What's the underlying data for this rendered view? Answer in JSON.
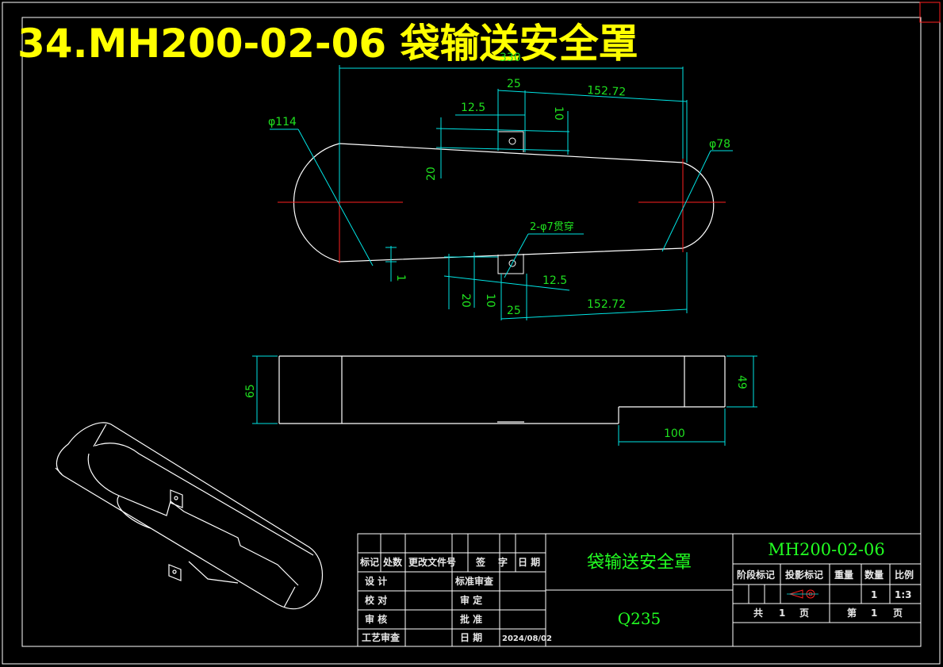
{
  "header": {
    "title": "34.MH200-02-06 袋输送安全罩",
    "title_color": "#ffff00"
  },
  "colors": {
    "background": "#000000",
    "outline": "#ffffff",
    "dimension_line": "#00e5e5",
    "dimension_text": "#1fe01f",
    "centerline": "#ff2020"
  },
  "top_view": {
    "dims": {
      "overall_length": "330",
      "offset_top": "25",
      "length_top": "152.72",
      "hole_x_top": "12.5",
      "hole_y_top": "10",
      "depth_top": "20",
      "dia_left": "φ114",
      "dia_right": "φ78",
      "gap": "1",
      "hole_note": "2-φ7贯穿",
      "hole_x_bottom": "12.5",
      "depth_bottom": "20",
      "hole_y_bottom": "10",
      "offset_bottom": "25",
      "length_bottom": "152.72"
    }
  },
  "front_view": {
    "dims": {
      "height_left": "65",
      "height_right": "49",
      "width_tab": "100"
    }
  },
  "title_block": {
    "hdr": [
      "标记",
      "处数",
      "更改文件号",
      "签",
      "字",
      "日 期"
    ],
    "r_design": "设  计",
    "r_check": "校  对",
    "r_review": "审  核",
    "r_process": "工艺审查",
    "std_review": "标准审查",
    "audit": "审  定",
    "approve": "批  准",
    "date_label": "日  期",
    "date": "2024/08/02",
    "part_name": "袋输送安全罩",
    "material": "Q235",
    "drawing_no": "MH200-02-06",
    "stage_mark": "阶段标记",
    "proj_mark": "投影标记",
    "weight": "重量",
    "qty_label": "数量",
    "scale_label": "比例",
    "qty": "1",
    "scale": "1:3",
    "sheets_total_pre": "共",
    "sheets_total": "1",
    "sheets_total_post": "页",
    "sheet_no_pre": "第",
    "sheet_no": "1",
    "sheet_no_post": "页"
  }
}
